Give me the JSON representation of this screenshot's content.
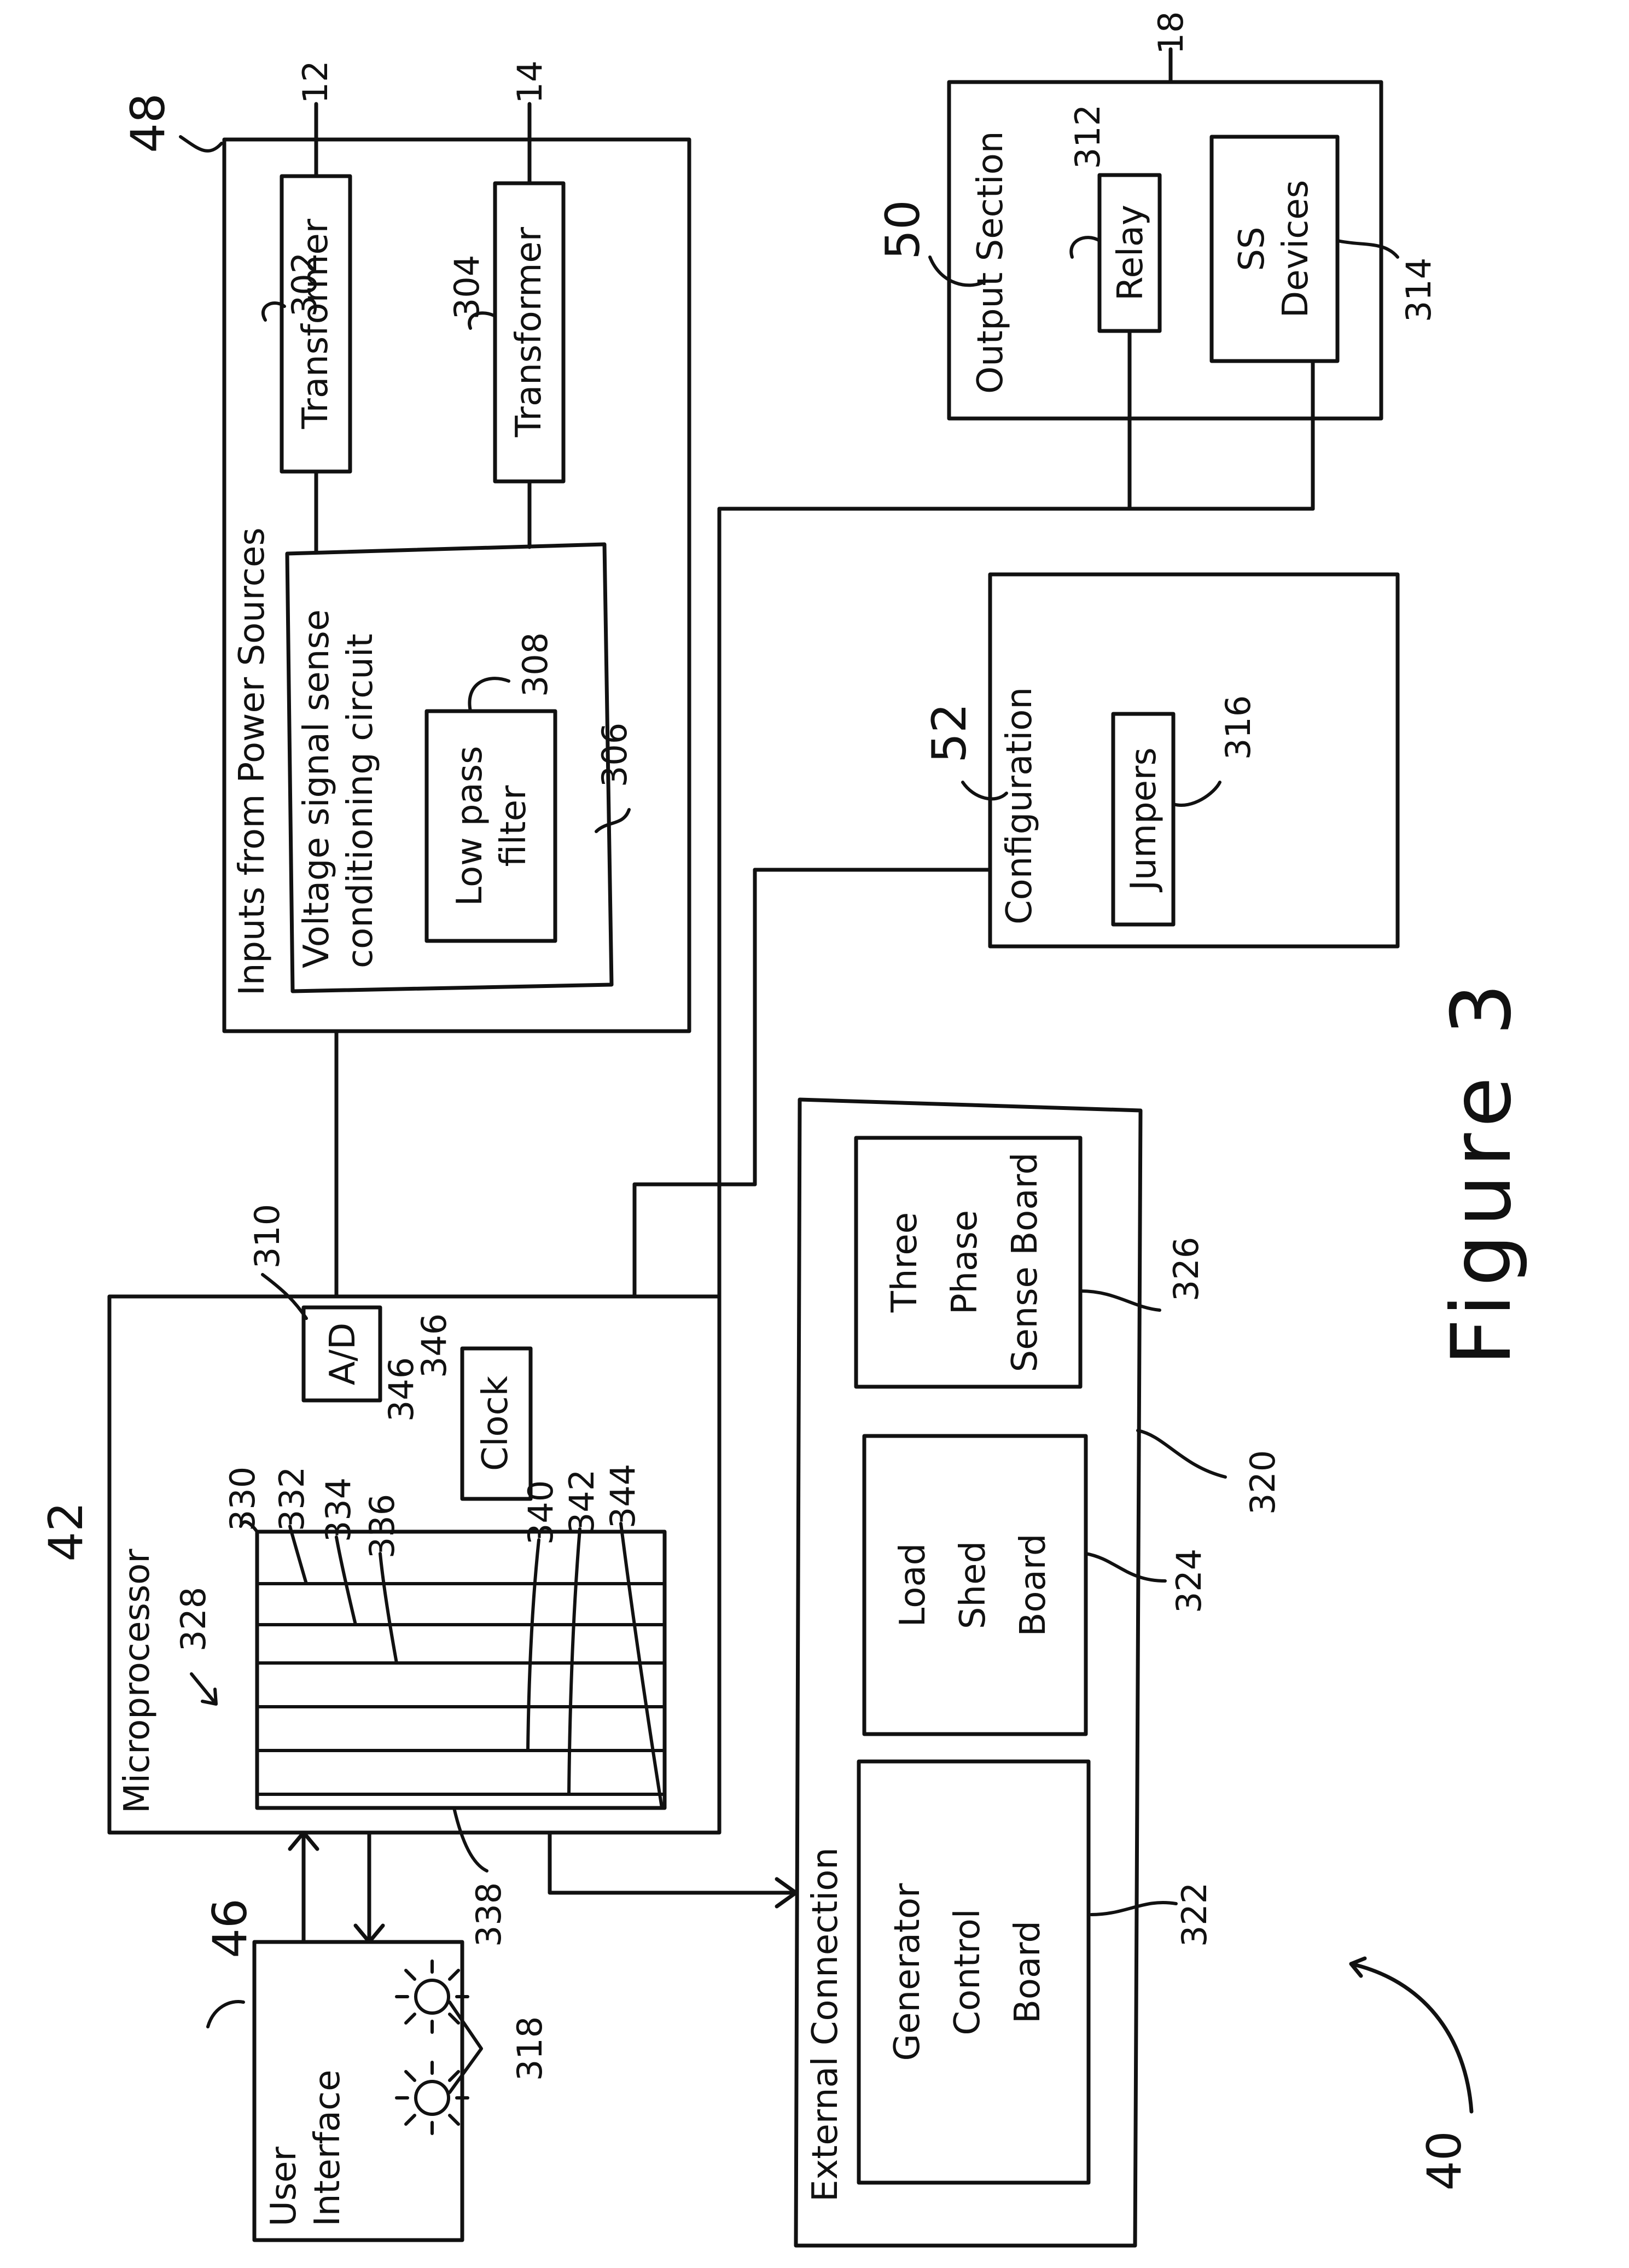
{
  "figure_caption": "Figure 3",
  "system_ref": "40",
  "microprocessor": {
    "title": "Microprocessor",
    "ref": "42",
    "memory_ref": "328",
    "ad_label": "A/D",
    "ad_ref": "310",
    "clock_label": "Clock",
    "clock_ref": "346",
    "memory_cells": [
      "330",
      "332",
      "334",
      "336",
      "338",
      "340",
      "342",
      "344"
    ]
  },
  "power_inputs": {
    "title": "Inputs from Power Sources",
    "ref": "48",
    "transformer1_label": "Transformer",
    "transformer1_ref": "302",
    "input1_ref": "12",
    "transformer2_label": "Transformer",
    "transformer2_ref": "304",
    "input2_ref": "14",
    "conditioning_line1": "Voltage signal sense",
    "conditioning_line2": "conditioning circuit",
    "conditioning_ref": "306",
    "filter_line1": "Low pass",
    "filter_line2": "filter",
    "filter_ref": "308"
  },
  "output_section": {
    "title": "Output Section",
    "ref": "50",
    "outer_ref": "18",
    "relay_label": "Relay",
    "relay_ref": "312",
    "ss_line1": "SS",
    "ss_line2": "Devices",
    "ss_ref": "314"
  },
  "configuration": {
    "title": "Configuration",
    "ref": "52",
    "jumpers_label": "Jumpers",
    "jumpers_ref": "316"
  },
  "user_interface": {
    "line1": "User",
    "line2": "Interface",
    "ref": "46",
    "lights_ref": "318"
  },
  "external_connection": {
    "title": "External Connection",
    "ref": "320",
    "boards": [
      {
        "line1": "Generator",
        "line2": "Control",
        "line3": "Board",
        "ref": "322"
      },
      {
        "line1": "Load",
        "line2": "Shed",
        "line3": "Board",
        "ref": "324"
      },
      {
        "line1": "Three",
        "line2": "Phase",
        "line3": "Sense Board",
        "ref": "326"
      }
    ]
  }
}
